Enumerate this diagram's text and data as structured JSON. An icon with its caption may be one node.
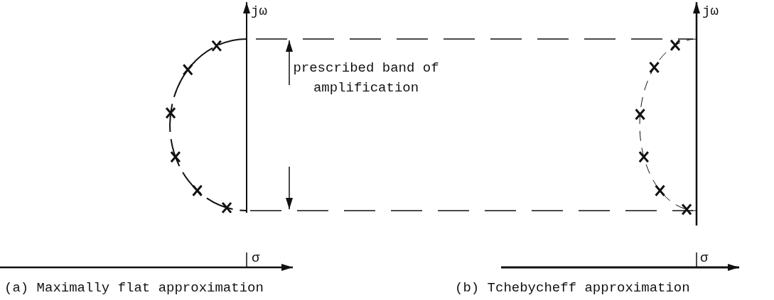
{
  "diagram": {
    "labels": [
      "jω",
      "jω",
      "prescribed band of amplification",
      "σ",
      "σ",
      "(a) Maximally flat approximation",
      "(b) Tchebycheff approximation"
    ]
  }
}
